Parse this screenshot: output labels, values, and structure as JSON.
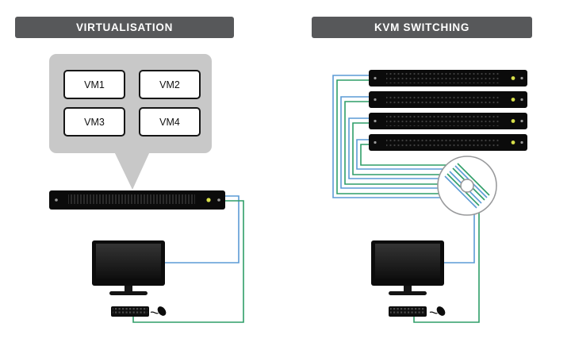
{
  "diagram": {
    "left": {
      "title": "VIRTUALISATION",
      "vms": [
        "VM1",
        "VM2",
        "VM3",
        "VM4"
      ]
    },
    "right": {
      "title": "KVM SWITCHING"
    },
    "colors": {
      "header_bg": "#57585a",
      "bubble_gray": "#c8c8c8",
      "device_black": "#0c0c0c",
      "cable_blue": "#5b9bd5",
      "cable_green": "#2f9e68",
      "led_yellow": "#d8e04a",
      "coil_outline": "#98999b"
    }
  }
}
